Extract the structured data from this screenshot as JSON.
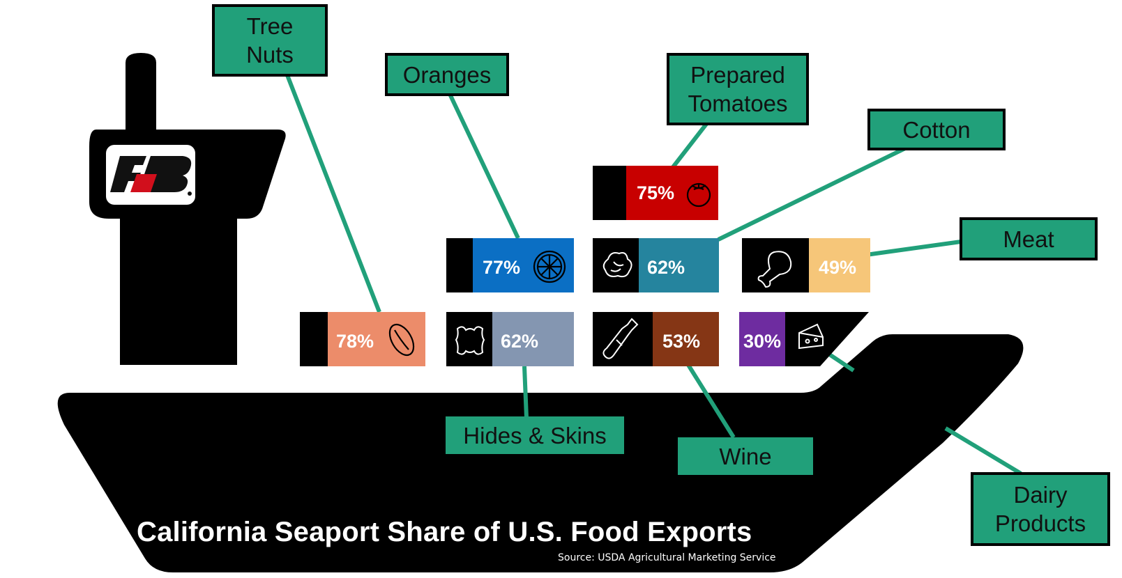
{
  "title": "California Seaport Share of U.S. Food Exports",
  "source": "Source: USDA Agricultural Marketing Service",
  "colors": {
    "callout": "#21a07a",
    "ship": "#000000",
    "tree_nuts": "#ec8c6a",
    "oranges": "#0b6fc4",
    "prepared_tomatoes": "#c80000",
    "cotton": "#25849e",
    "meat": "#f6c679",
    "hides_skins": "#8496b1",
    "wine": "#853615",
    "dairy": "#6e2ca0"
  },
  "chart_data": {
    "type": "table",
    "categories": [
      "Tree Nuts",
      "Oranges",
      "Prepared Tomatoes",
      "Cotton",
      "Meat",
      "Hides & Skins",
      "Wine",
      "Dairy Products"
    ],
    "values": [
      78,
      77,
      75,
      62,
      49,
      62,
      53,
      30
    ],
    "value_labels": [
      "78%",
      "77%",
      "75%",
      "62%",
      "49%",
      "62%",
      "53%",
      "30%"
    ],
    "icons": [
      "almond-icon",
      "orange-slice-icon",
      "tomato-icon",
      "cotton-boll-icon",
      "drumstick-icon",
      "hide-icon",
      "wine-bottle-icon",
      "cheese-icon"
    ]
  },
  "labels": {
    "tree_nuts": [
      "Tree",
      "Nuts"
    ],
    "oranges": [
      "Oranges"
    ],
    "prepared_tomatoes": [
      "Prepared",
      "Tomatoes"
    ],
    "cotton": [
      "Cotton"
    ],
    "meat": [
      "Meat"
    ],
    "hides_skins": [
      "Hides & Skins"
    ],
    "wine": [
      "Wine"
    ],
    "dairy": [
      "Dairy",
      "Products"
    ]
  }
}
